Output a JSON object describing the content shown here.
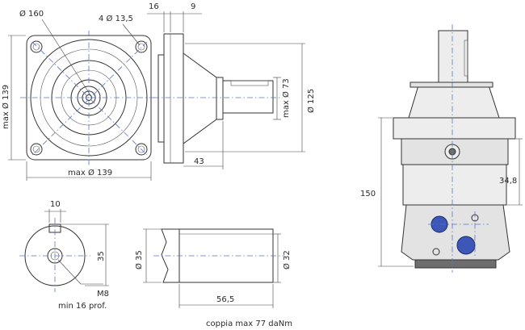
{
  "labels": {
    "d160": "Ø 160",
    "holes": "4 Ø 13,5",
    "dim16": "16",
    "dim9": "9",
    "max139_v": "max Ø 139",
    "max139_h": "max Ø 139",
    "d73": "max Ø 73",
    "d125": "Ø 125",
    "dim43": "43",
    "dim10": "10",
    "dim35": "35",
    "m8": "M8",
    "min16": "min 16 prof.",
    "d35": "Ø 35",
    "d32": "Ø 32",
    "dim56": "56,5",
    "dim150": "150",
    "dim348": "34,8",
    "torque": "coppia max 77 daNm"
  },
  "colors": {
    "centerline": "#5a76c8",
    "port": "#3d57b8"
  }
}
